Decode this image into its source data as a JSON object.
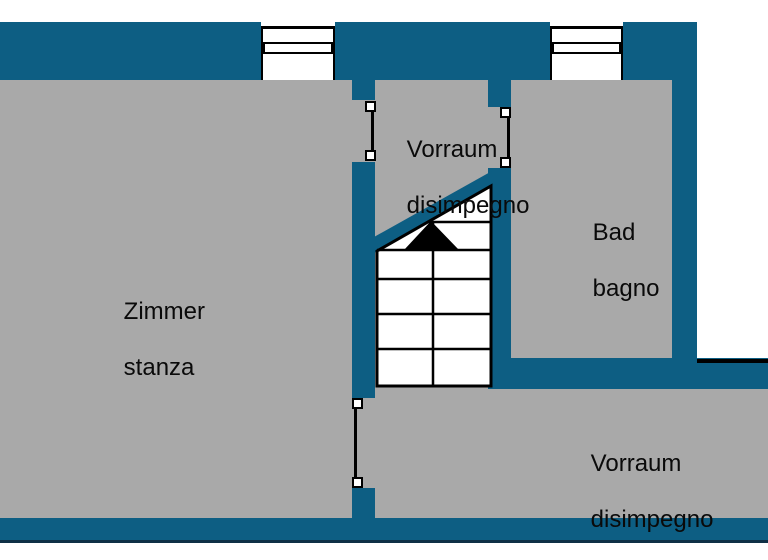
{
  "document": {
    "type": "floor-plan",
    "languages": "German / Italian"
  },
  "palette": {
    "wall": "#0d5e83",
    "floor": "#a9a9a9",
    "outline": "#000000",
    "background": "#ffffff"
  },
  "rooms": [
    {
      "id": "zimmer",
      "line1": "Zimmer",
      "line2": "stanza"
    },
    {
      "id": "vorraum_top",
      "line1": "Vorraum",
      "line2": "disimpegno"
    },
    {
      "id": "bad",
      "line1": "Bad",
      "line2": "bagno"
    },
    {
      "id": "vorraum_bottom",
      "line1": "Vorraum",
      "line2": "disimpegno"
    }
  ],
  "features": {
    "windows": [
      {
        "id": "window-1",
        "wall": "top-exterior"
      },
      {
        "id": "window-2",
        "wall": "top-exterior"
      }
    ],
    "doors": [
      {
        "id": "door-1",
        "connects": "Zimmer / Vorraum (top)"
      },
      {
        "id": "door-2",
        "connects": "Vorraum (top) / Bad"
      },
      {
        "id": "door-3",
        "connects": "Zimmer / Vorraum (bottom)"
      }
    ],
    "staircase": {
      "id": "staircase",
      "arrow": "up-triangle",
      "columns": 2
    }
  }
}
